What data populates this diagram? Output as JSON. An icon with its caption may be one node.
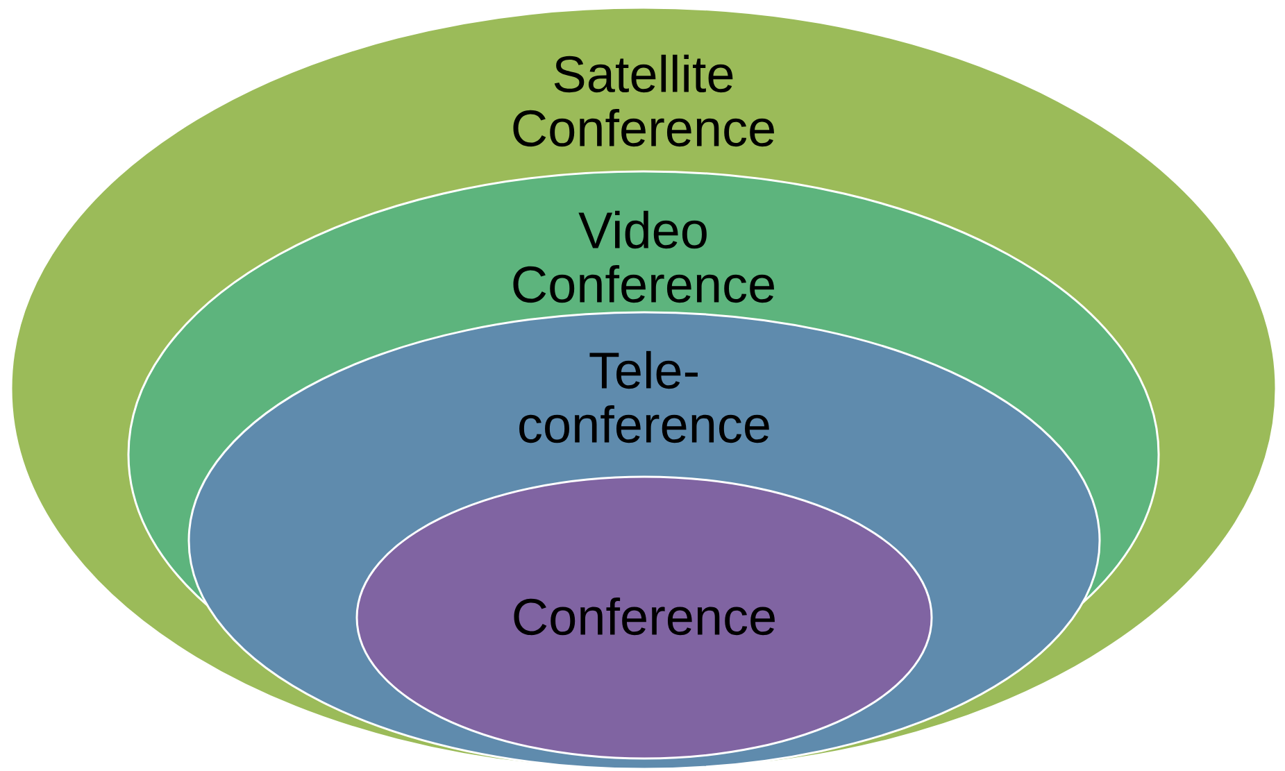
{
  "diagram": {
    "nodes": [
      {
        "text": [
          "Satellite Conference"
        ]
      },
      {
        "text": [
          "Video Conference"
        ],
        "in": 0
      },
      {
        "text": [
          "Tele-conference"
        ],
        "in": 0
      },
      {
        "text": [
          "Conference"
        ],
        "in": 2
      }
    ]
  }
}
